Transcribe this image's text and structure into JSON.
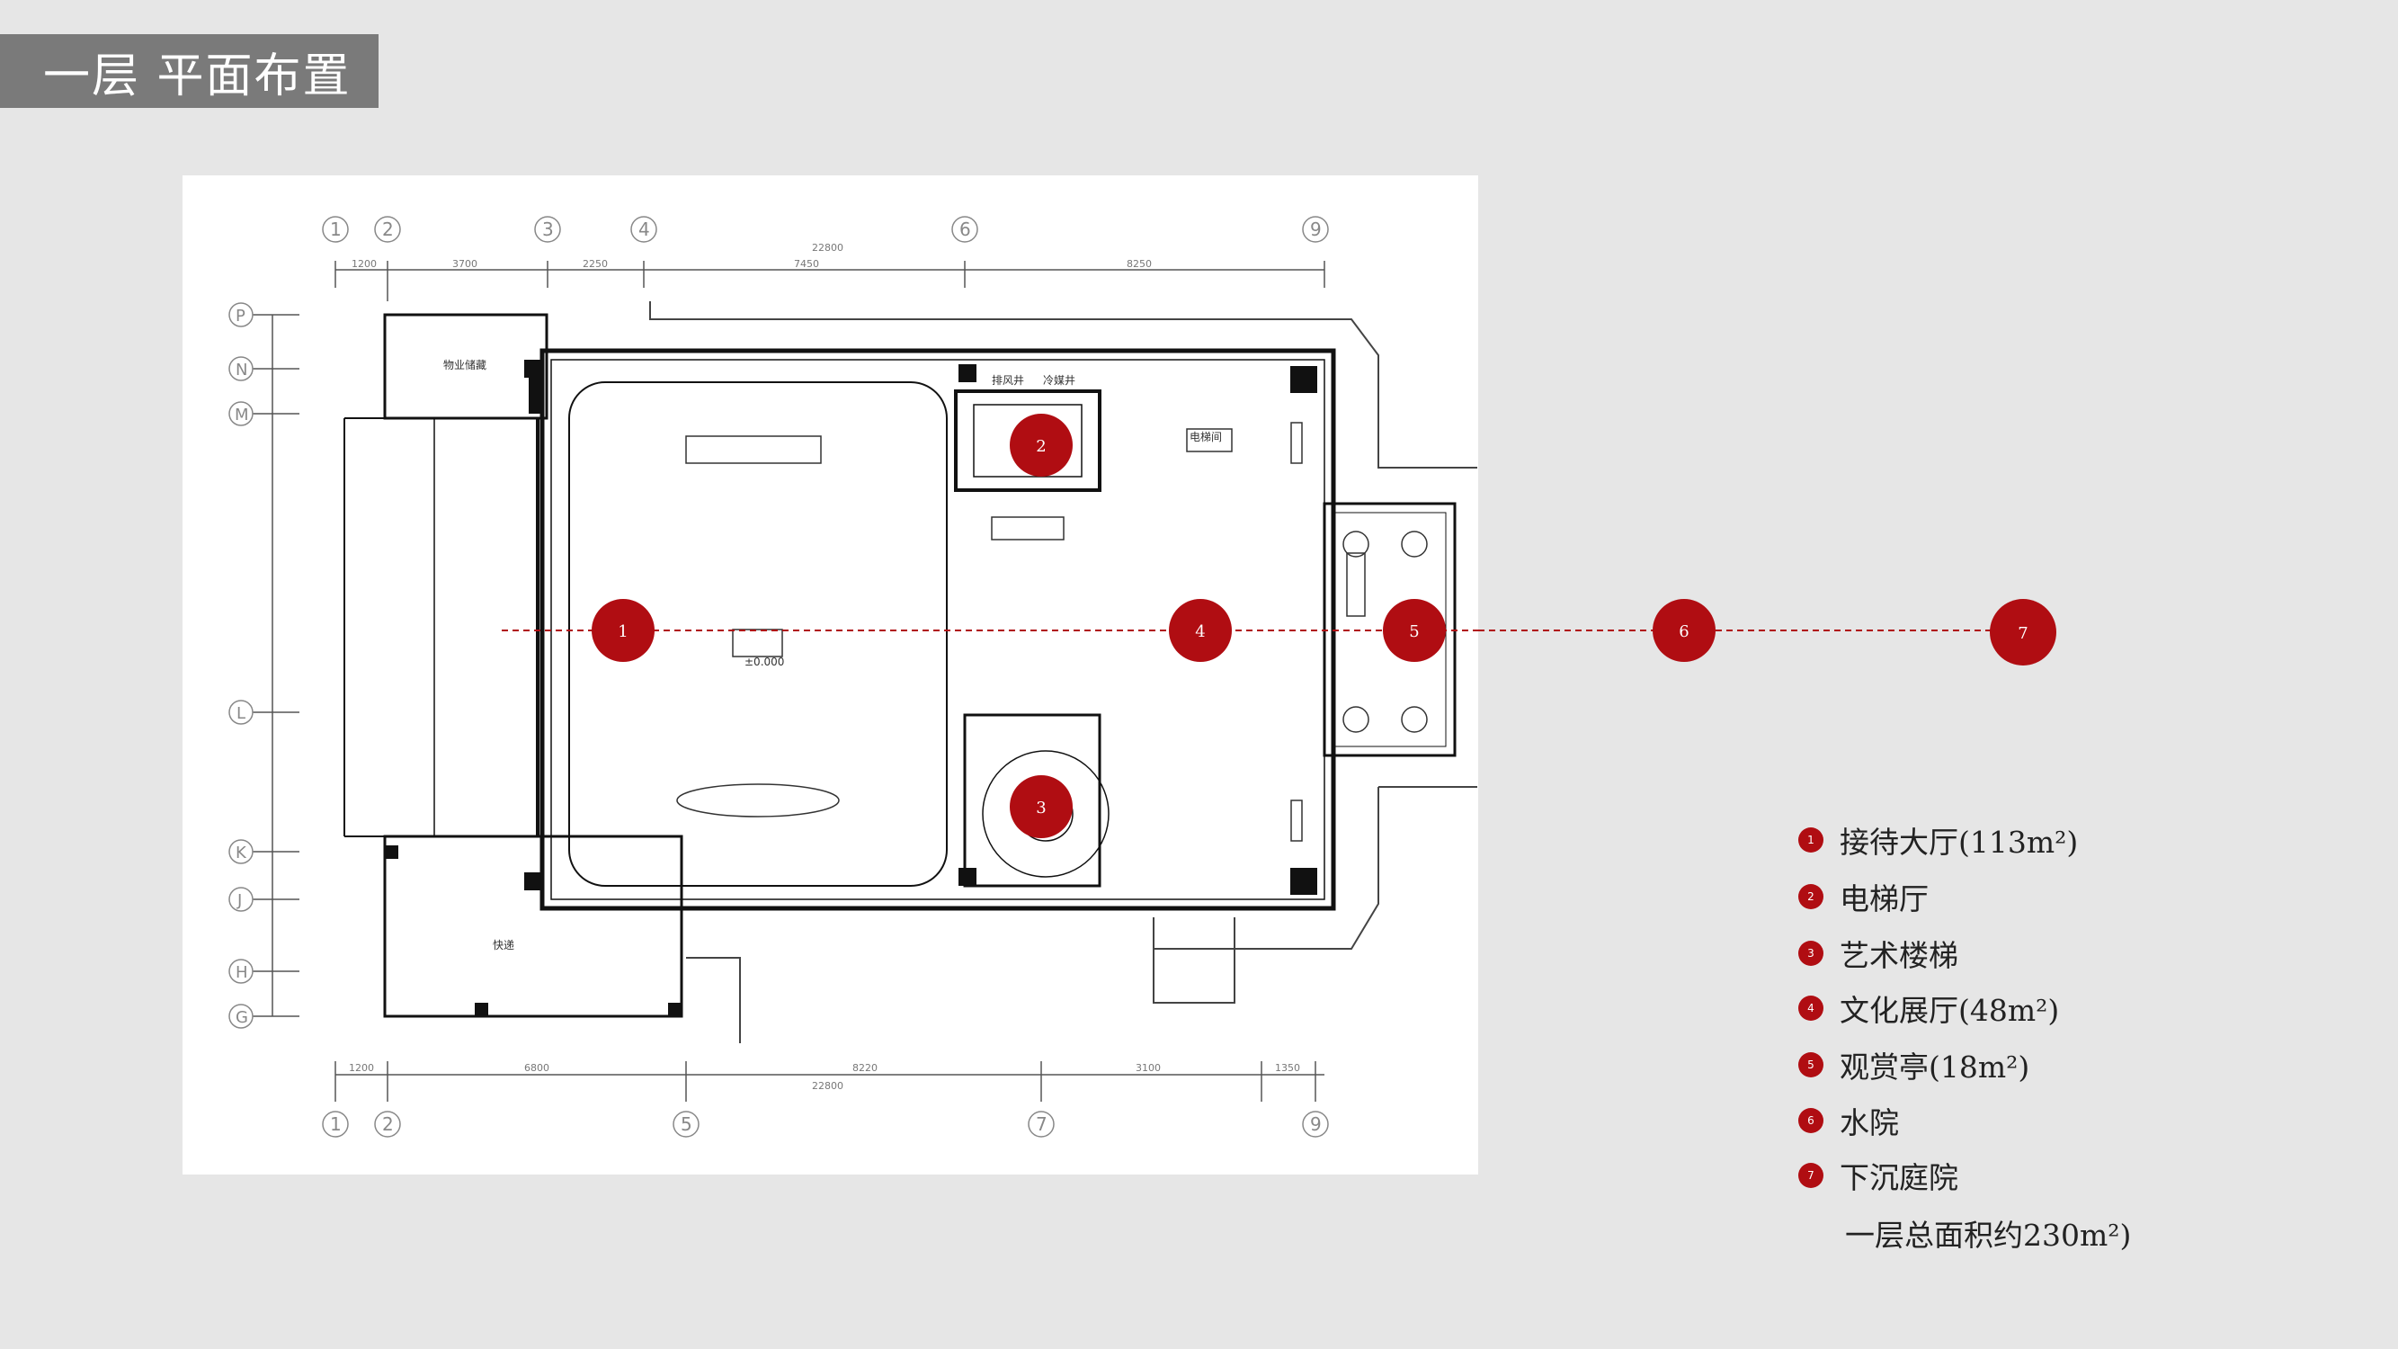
{
  "title": "一层 平面布置",
  "legend": {
    "items": [
      {
        "num": "1",
        "label": "接待大厅(113m²)"
      },
      {
        "num": "2",
        "label": "电梯厅"
      },
      {
        "num": "3",
        "label": "艺术楼梯"
      },
      {
        "num": "4",
        "label": "文化展厅(48m²)"
      },
      {
        "num": "5",
        "label": "观赏亭(18m²)"
      },
      {
        "num": "6",
        "label": "水院"
      },
      {
        "num": "7",
        "label": "下沉庭院"
      }
    ],
    "total": "一层总面积约230m²)"
  },
  "plan": {
    "markers": [
      "1",
      "2",
      "3",
      "4",
      "5",
      "6",
      "7"
    ],
    "grid_top": [
      "1",
      "2",
      "3",
      "4",
      "6",
      "9"
    ],
    "grid_bottom": [
      "1",
      "2",
      "5",
      "7",
      "9"
    ],
    "grid_left": [
      "P",
      "N",
      "M",
      "L",
      "K",
      "J",
      "H",
      "G"
    ],
    "dims_top": [
      "1200",
      "3700",
      "2250",
      "7450",
      "8250"
    ],
    "dim_top_total": "22800",
    "dims_bottom": [
      "1200",
      "6800",
      "8220",
      "3100",
      "1350"
    ],
    "dim_bottom_total": "22800",
    "room_labels": {
      "storage": "物业储藏",
      "courier": "快递",
      "shaft1": "排风井",
      "shaft2": "冷媒井",
      "elevator_room": "电梯间"
    },
    "level_mark": "±0.000",
    "marker_color": "#b00d12"
  }
}
